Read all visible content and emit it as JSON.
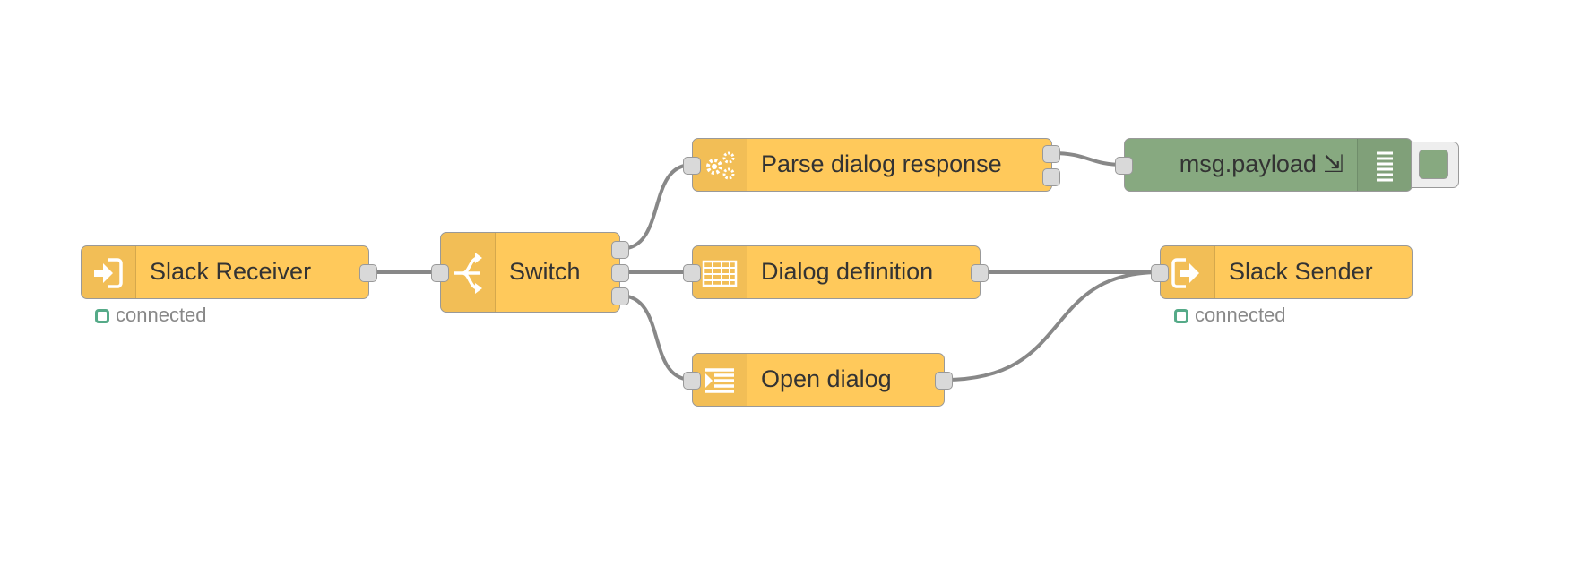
{
  "nodes": {
    "slack_receiver": {
      "label": "Slack Receiver",
      "icon": "login-arrow-icon",
      "status": "connected"
    },
    "switch": {
      "label": "Switch",
      "icon": "switch-branch-icon"
    },
    "parse_dialog_response": {
      "label": "Parse dialog response",
      "icon": "gears-icon"
    },
    "dialog_definition": {
      "label": "Dialog definition",
      "icon": "table-grid-icon"
    },
    "open_dialog": {
      "label": "Open dialog",
      "icon": "template-icon"
    },
    "msg_payload": {
      "label": "msg.payload ⇲",
      "icon": "debug-list-icon"
    },
    "slack_sender": {
      "label": "Slack Sender",
      "icon": "logout-arrow-icon",
      "status": "connected"
    }
  },
  "colors": {
    "function_node": "#ffc95b",
    "debug_node": "#87a980",
    "wire": "#888888",
    "status_connected": "#55aa88"
  }
}
